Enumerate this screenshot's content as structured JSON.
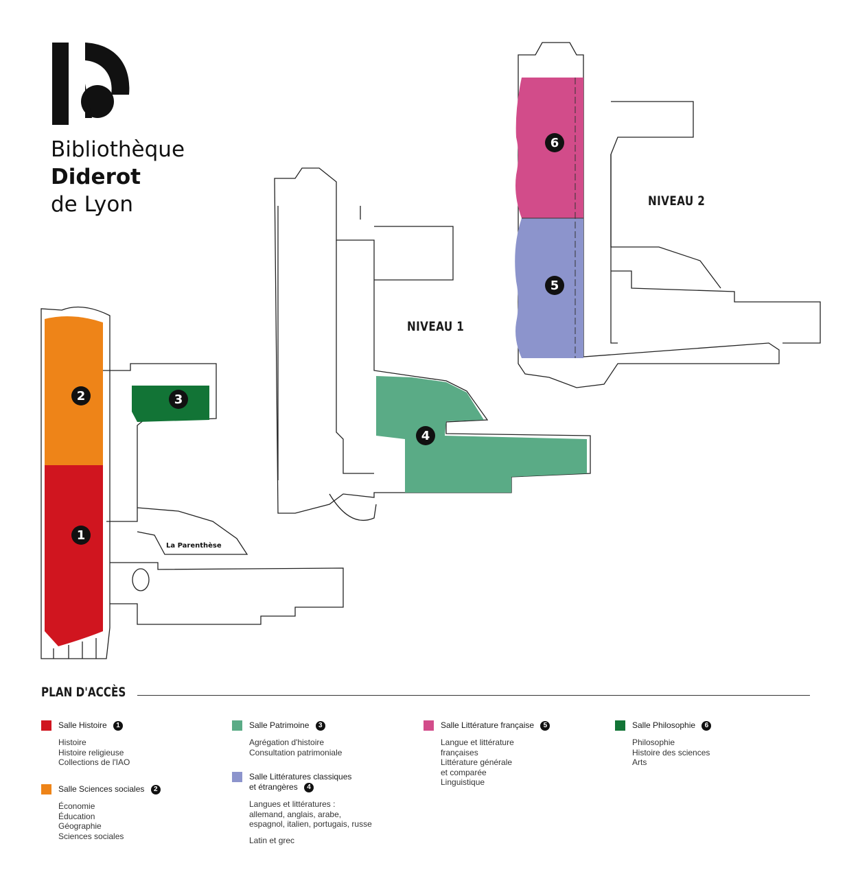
{
  "brand": {
    "line1": "Bibliothèque",
    "line2": "Diderot",
    "line3": "de Lyon"
  },
  "levels": {
    "niveau1": "NIVEAU 1",
    "niveau2": "NIVEAU 2"
  },
  "map_labels": {
    "parenthese": "La Parenthèse"
  },
  "room_markers": [
    "1",
    "2",
    "3",
    "4",
    "5",
    "6"
  ],
  "plan_title": "PLAN D'ACCÈS",
  "colors": {
    "histoire": "#d0151f",
    "sciences_sociales": "#ee8418",
    "patrimoine": "#5aab86",
    "litteratures_classiques": "#8c94cc",
    "litterature_francaise": "#d24c8a",
    "philosophie": "#127436"
  },
  "legend": [
    {
      "key": "histoire",
      "title": "Salle Histoire",
      "num": "1",
      "items": [
        "Histoire",
        "Histoire religieuse",
        "Collections de l'IAO"
      ]
    },
    {
      "key": "sciences_sociales",
      "title": "Salle Sciences sociales",
      "num": "2",
      "items": [
        "Économie",
        "Éducation",
        "Géographie",
        "Sciences sociales"
      ]
    },
    {
      "key": "patrimoine",
      "title": "Salle Patrimoine",
      "num": "3",
      "items": [
        "Agrégation d'histoire",
        "Consultation patrimoniale"
      ]
    },
    {
      "key": "litteratures_classiques",
      "title_line1": "Salle Littératures classiques",
      "title_line2": "et étrangères",
      "num": "4",
      "items": [
        "Langues et littératures :",
        "allemand, anglais, arabe,",
        "espagnol, italien, portugais, russe"
      ],
      "extra": "Latin et grec"
    },
    {
      "key": "litterature_francaise",
      "title": "Salle Littérature française",
      "num": "5",
      "items": [
        "Langue et littérature",
        "françaises",
        "Littérature générale",
        "et comparée",
        "Linguistique"
      ]
    },
    {
      "key": "philosophie",
      "title": "Salle Philosophie",
      "num": "6",
      "items": [
        "Philosophie",
        "Histoire des sciences",
        "Arts"
      ]
    }
  ]
}
